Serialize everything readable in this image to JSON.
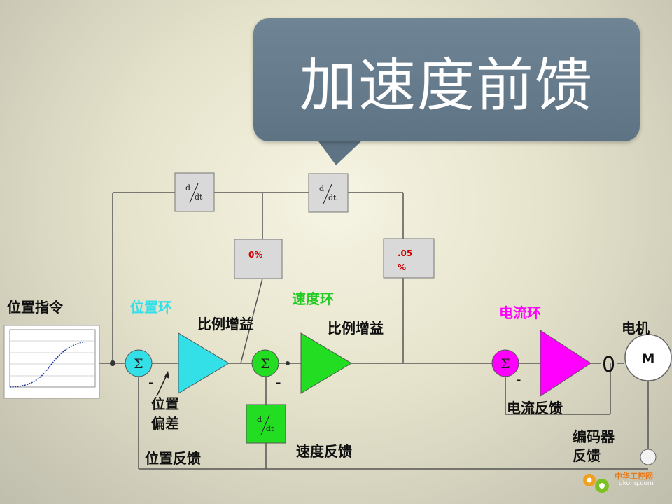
{
  "title": "加速度前馈",
  "labels": {
    "position_command": "位置指令",
    "position_loop": "位置环",
    "speed_loop": "速度环",
    "current_loop": "电流环",
    "prop_gain_1": "比例增益",
    "prop_gain_2": "比例增益",
    "motor": "电机",
    "motor_symbol": "M",
    "position_error_1": "位置",
    "position_error_2": "偏差",
    "position_feedback": "位置反馈",
    "speed_feedback": "速度反馈",
    "current_feedback": "电流反馈",
    "encoder_feedback_1": "编码器",
    "encoder_feedback_2": "反馈",
    "minus": "-",
    "sigma": "Σ",
    "zero_output": "0"
  },
  "blocks": {
    "deriv_d": "d",
    "deriv_dt": "dt",
    "gain_1": "0%",
    "gain_2_line1": ".05",
    "gain_2_line2": "%"
  },
  "watermark": {
    "text": "中华工控网",
    "domain": "gkong.com"
  },
  "colors": {
    "position_loop": "#33e0e8",
    "speed_loop": "#22cc22",
    "current_loop": "#ff00ff",
    "gain_text": "#cc0000",
    "title_bubble": "#6a7f8f"
  }
}
